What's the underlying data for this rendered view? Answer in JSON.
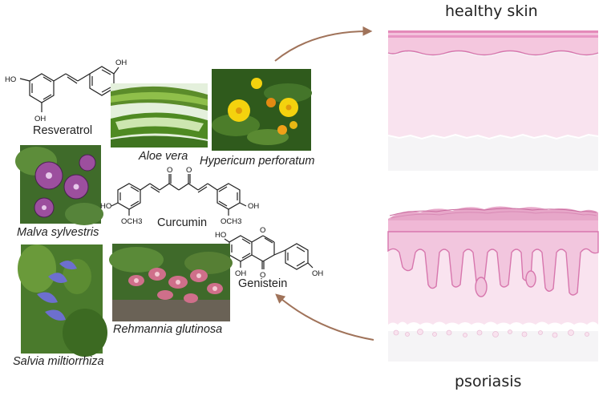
{
  "skin": {
    "healthy_title": "healthy skin",
    "psoriasis_title": "psoriasis"
  },
  "compounds": {
    "resveratrol": {
      "name": "Resveratrol",
      "labels": [
        "OH",
        "HO",
        "OH"
      ]
    },
    "curcumin": {
      "name": "Curcumin",
      "labels": [
        "O",
        "O",
        "HO",
        "OCH3",
        "OCH3",
        "OH"
      ]
    },
    "genistein": {
      "name": "Genistein",
      "labels": [
        "HO",
        "O",
        "OH",
        "O",
        "OH"
      ]
    }
  },
  "plants": {
    "aloe": "Aloe vera",
    "hypericum": "Hypericum perforatum",
    "malva": "Malva sylvestris",
    "salvia": "Salvia miltiorrhiza",
    "rehmannia": "Rehmannia glutinosa"
  },
  "colors": {
    "arrow": "#a0735a",
    "skin_light": "#f9e3ef",
    "skin_mid": "#f2c6de",
    "skin_dark": "#e79cc6",
    "subcutis": "#f5f5f5"
  }
}
